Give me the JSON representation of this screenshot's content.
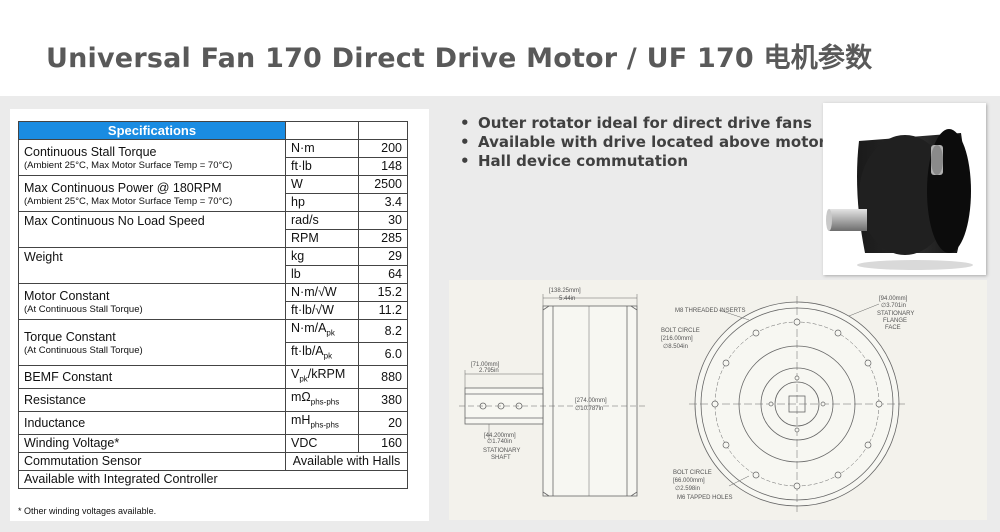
{
  "title": "Universal Fan 170 Direct Drive Motor / UF 170 电机参数",
  "spec_table": {
    "header": "Specifications",
    "footnote": "* Other winding voltages available.",
    "rows": {
      "stall_torque": {
        "name": "Continuous Stall Torque",
        "sub": "(Ambient 25°C, Max Motor Surface Temp = 70°C)",
        "u1": "N·m",
        "v1": "200",
        "u2": "ft·lb",
        "v2": "148"
      },
      "max_power": {
        "name": "Max Continuous Power @ 180RPM",
        "sub": "(Ambient 25°C, Max Motor Surface Temp = 70°C)",
        "u1": "W",
        "v1": "2500",
        "u2": "hp",
        "v2": "3.4"
      },
      "no_load_speed": {
        "name": "Max Continuous No Load Speed",
        "u1": "rad/s",
        "v1": "30",
        "u2": "RPM",
        "v2": "285"
      },
      "weight": {
        "name": "Weight",
        "u1": "kg",
        "v1": "29",
        "u2": "lb",
        "v2": "64"
      },
      "motor_constant": {
        "name": "Motor Constant",
        "sub": "(At Continuous Stall Torque)",
        "u1": "N·m/√W",
        "v1": "15.2",
        "u2": "ft·lb/√W",
        "v2": "11.2"
      },
      "torque_constant": {
        "name": "Torque Constant",
        "sub": "(At Continuous Stall Torque)",
        "u1": "N·m/A",
        "u1_sub": "pk",
        "v1": "8.2",
        "u2": "ft·lb/A",
        "u2_sub": "pk",
        "v2": "6.0"
      },
      "bemf": {
        "name": "BEMF Constant",
        "u": "V",
        "u_sub": "pk",
        "u_tail": "/kRPM",
        "v": "880"
      },
      "resistance": {
        "name": "Resistance",
        "u": "mΩ",
        "u_sub": "phs-phs",
        "v": "380"
      },
      "inductance": {
        "name": "Inductance",
        "u": "mH",
        "u_sub": "phs-phs",
        "v": "20"
      },
      "winding_voltage": {
        "name": "Winding Voltage*",
        "u": "VDC",
        "v": "160"
      },
      "commutation": {
        "name": "Commutation Sensor",
        "v": "Available with Halls"
      },
      "integrated": {
        "name": "Available with Integrated Controller"
      }
    }
  },
  "bullets": [
    "Outer rotator ideal for direct drive fans",
    "Available with drive located above motor",
    "Hall device commutation"
  ],
  "drawing": {
    "dim_width": "[138.25mm]",
    "dim_width_in": "5.44in",
    "dim_shaft_len": "[71.00mm]",
    "dim_shaft_len_in": "2.795in",
    "dim_diameter": "[274.00mm]",
    "dim_diameter_in": "∅10.787in",
    "dim_shaft": "[44.200mm]",
    "dim_shaft_in": "∅1.740in",
    "label_shaft_1": "STATIONARY",
    "label_shaft_2": "SHAFT",
    "label_inserts": "M8 THREADED INSERTS",
    "label_bolt1_a": "BOLT CIRCLE",
    "label_bolt1_b": "[216.00mm]",
    "label_bolt1_c": "∅8.504in",
    "label_flange_a": "[94.00mm]",
    "label_flange_b": "∅3.701in",
    "label_flange_c": "STATIONARY",
    "label_flange_d": "FLANGE",
    "label_flange_e": "FACE",
    "label_bolt2_a": "BOLT CIRCLE",
    "label_bolt2_b": "[66.000mm]",
    "label_bolt2_c": "∅2.598in",
    "label_tapped": "M6 TAPPED HOLES"
  }
}
